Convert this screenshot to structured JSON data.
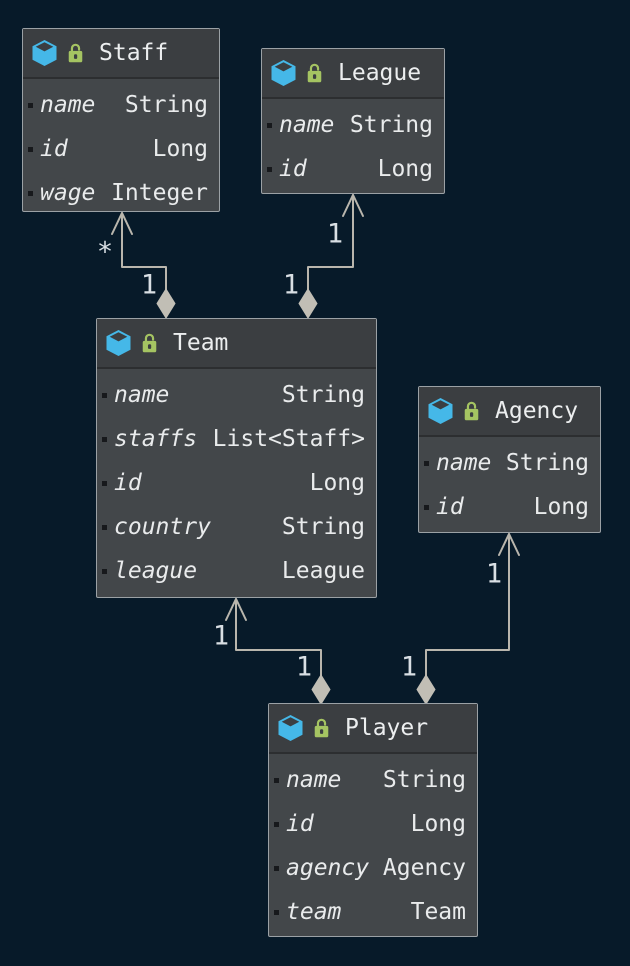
{
  "diagram": {
    "type": "uml-class-diagram",
    "colors": {
      "background": "#071a29",
      "node_fill": "#43474a",
      "node_header_fill": "#3b3e41",
      "node_border": "#9ba1a5",
      "edge": "#b9b6ad",
      "diamond_fill": "#c1beb5",
      "text": "#e9ebec",
      "class_icon_blue": "#45b8e8",
      "lock_icon_green": "#a5c462",
      "multiplicity_text": "#d9dfe4"
    },
    "icons": {
      "class_icon": "cube-icon",
      "lock_icon": "open-padlock-icon",
      "edge_source_marker": "filled-diamond",
      "edge_target_marker": "open-arrowhead"
    }
  },
  "classes": [
    {
      "title": "Staff",
      "fields": [
        {
          "name": "name",
          "type": "String"
        },
        {
          "name": "id",
          "type": "Long"
        },
        {
          "name": "wage",
          "type": "Integer"
        }
      ]
    },
    {
      "title": "League",
      "fields": [
        {
          "name": "name",
          "type": "String"
        },
        {
          "name": "id",
          "type": "Long"
        }
      ]
    },
    {
      "title": "Team",
      "fields": [
        {
          "name": "name",
          "type": "String"
        },
        {
          "name": "staffs",
          "type": "List<Staff>"
        },
        {
          "name": "id",
          "type": "Long"
        },
        {
          "name": "country",
          "type": "String"
        },
        {
          "name": "league",
          "type": "League"
        }
      ]
    },
    {
      "title": "Agency",
      "fields": [
        {
          "name": "name",
          "type": "String"
        },
        {
          "name": "id",
          "type": "Long"
        }
      ]
    },
    {
      "title": "Player",
      "fields": [
        {
          "name": "name",
          "type": "String"
        },
        {
          "name": "id",
          "type": "Long"
        },
        {
          "name": "agency",
          "type": "Agency"
        },
        {
          "name": "team",
          "type": "Team"
        }
      ]
    }
  ],
  "edges": [
    {
      "from": "Team",
      "to": "Staff",
      "source_label": "1",
      "target_label": "*"
    },
    {
      "from": "Team",
      "to": "League",
      "source_label": "1",
      "target_label": "1"
    },
    {
      "from": "Player",
      "to": "Team",
      "source_label": "1",
      "target_label": "1"
    },
    {
      "from": "Player",
      "to": "Agency",
      "source_label": "1",
      "target_label": "1"
    }
  ]
}
